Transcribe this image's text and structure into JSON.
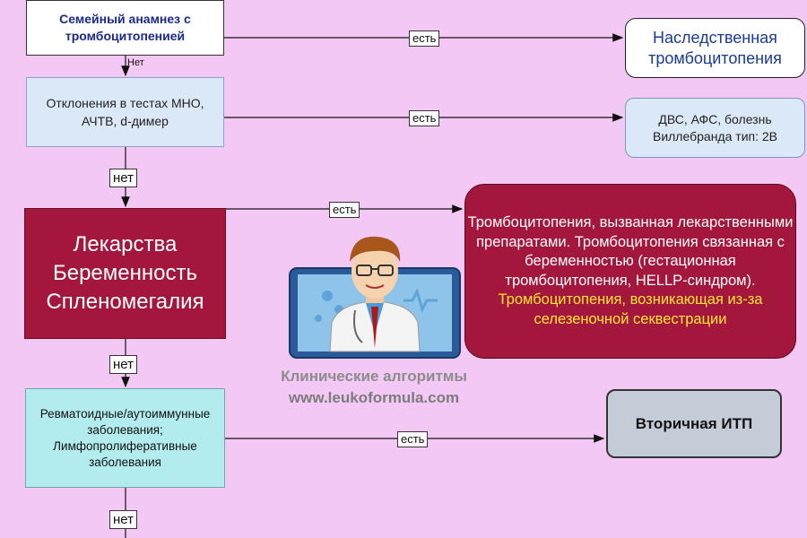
{
  "boxes": {
    "family_history": "Семейный анамнез с тромбоцитопенией",
    "lab_tests": "Отклонения в тестах МНО, АЧТВ, d-димер",
    "drugs_pregnancy_line1": "Лекарства",
    "drugs_pregnancy_line2": "Беременность",
    "drugs_pregnancy_line3": "Спленомегалия",
    "autoimmune": "Ревматоидные/аутоиммунные заболевания; Лимфопролиферативные заболевания"
  },
  "results": {
    "hereditary": "Наследственная тромбоцитопения",
    "dic": "ДВС, АФС, болезнь Виллебранда тип: 2В",
    "drug_induced_white": "Тромбоцитопения, вызванная лекарственными препаратами. Тромбоцитопения связанная с беременностью (гестационная тромбоцитопения, HELLP-синдром).",
    "splenic_yellow": "Тромбоцитопения, возникающая из-за селезеночной секвестрации",
    "secondary_itp": "Вторичная ИТП"
  },
  "labels": {
    "yes": "есть",
    "no_small": "Нет",
    "no": "нет"
  },
  "watermark": {
    "title": "Клинические алгоритмы",
    "url": "www.leukoformula.com"
  },
  "colors": {
    "background": "#f4c8f4",
    "dark_red": "#a4173c",
    "light_blue": "#dbe8f8",
    "cyan": "#b3ecef",
    "yellow_text": "#ffe636"
  }
}
